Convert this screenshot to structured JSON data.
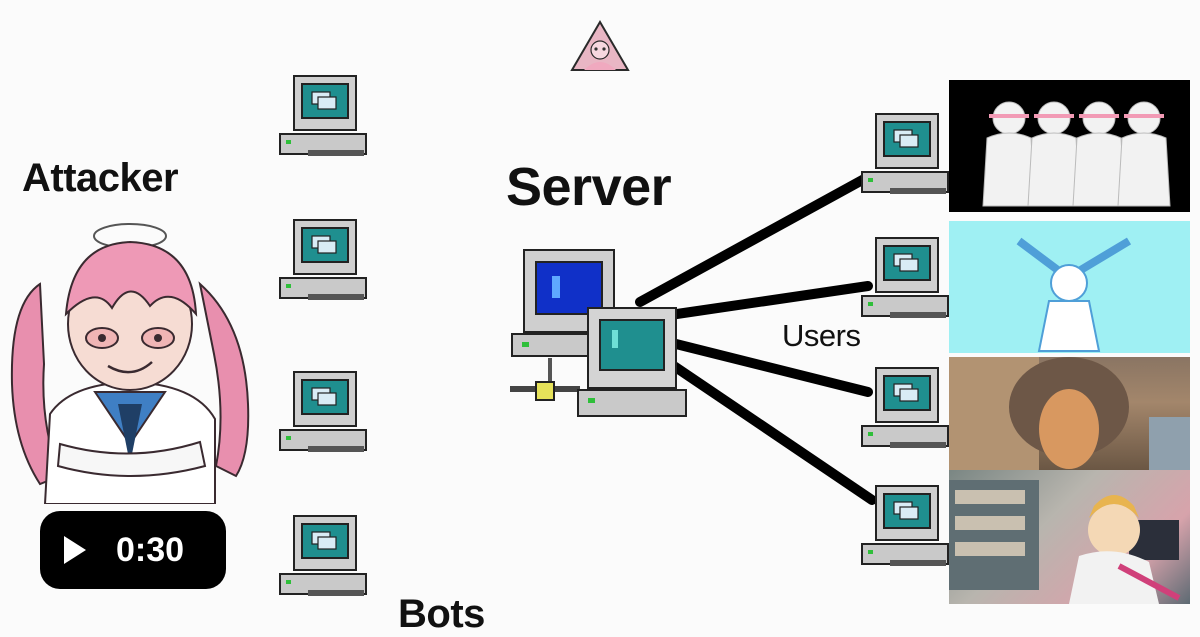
{
  "labels": {
    "attacker": "Attacker",
    "server": "Server",
    "users": "Users",
    "bots": "Bots"
  },
  "player": {
    "duration": "0:30",
    "play_icon": "play-icon"
  },
  "colors": {
    "background": "#fbfbfb",
    "link_line": "#000000",
    "screen_teal": "#1f8f8f",
    "screen_blue": "#1030c8",
    "pc_body": "#c9c9c9",
    "attacker_hair": "#e88fae",
    "users_thumb_2_bg": "#9ff0f3"
  }
}
